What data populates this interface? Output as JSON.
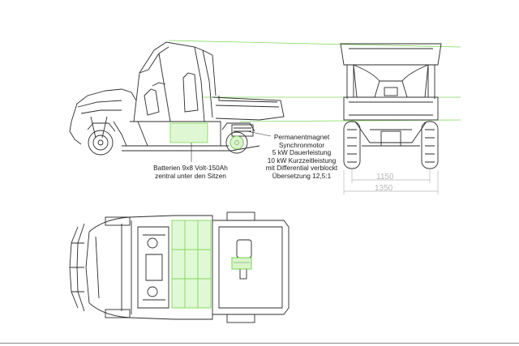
{
  "colors": {
    "line": "#2b2b2b",
    "light_line": "#9a9a9a",
    "highlight_stroke": "#7ed957",
    "highlight_fill": "#c9f2b5",
    "dimension": "#b8b8b8"
  },
  "labels": {
    "battery": [
      "Batterien 9x8 Volt-150Ah",
      "zentral unter den Sitzen"
    ],
    "motor": [
      "Permanentmagnet",
      "Synchronmotor",
      "5 kW Dauerleistung",
      "10 kW Kurzzeitleistung",
      "mit Differential verblockt",
      "Übersetzung 12,5:1"
    ]
  },
  "dimensions": {
    "inner_track": "1150",
    "outer_width": "1350"
  }
}
